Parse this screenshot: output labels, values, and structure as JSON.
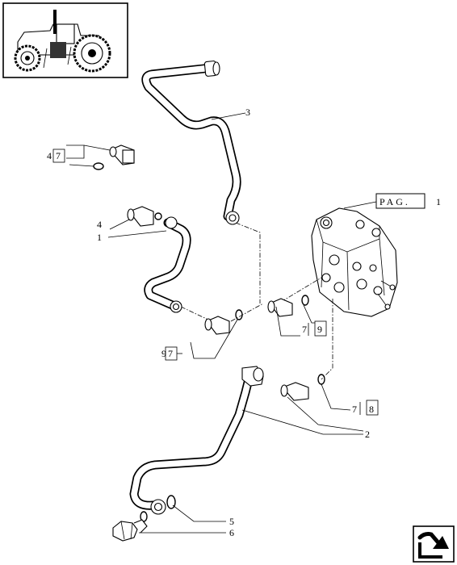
{
  "page_reference": {
    "prefix": "PAG.",
    "number": "1"
  },
  "callouts": {
    "pipe_upper": "3",
    "left_group_a": "4",
    "left_group_b": "7",
    "left_elbow": "4",
    "pipe_left": "1",
    "valve_fitting_a": "7",
    "valve_fitting_a_ref": "9",
    "lower_left_a": "9",
    "lower_left_b": "7",
    "valve_fitting_b": "7",
    "valve_fitting_b_ref": "8",
    "pipe_lower": "2",
    "seal_ring": "5",
    "union_nut": "6"
  },
  "icons": {
    "thumbnail": "tractor-thumbnail-icon",
    "navigation": "navigation-arrow-icon"
  }
}
